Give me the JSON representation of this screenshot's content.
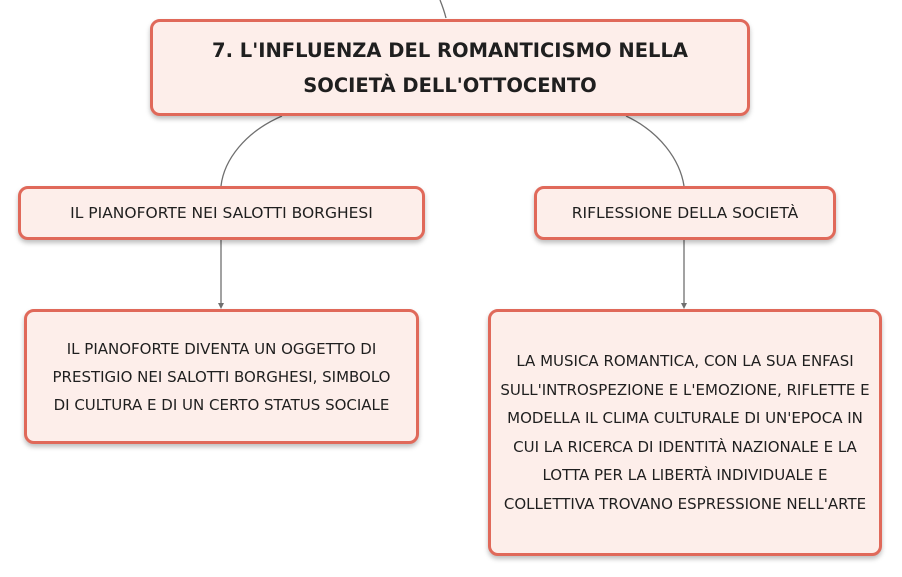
{
  "root": {
    "text": "7. L'INFLUENZA DEL ROMANTICISMO NELLA SOCIETÀ DELL'OTTOCENTO"
  },
  "branches": [
    {
      "label": "IL PIANOFORTE NEI SALOTTI BORGHESI",
      "child": "IL PIANOFORTE DIVENTA UN OGGETTO DI PRESTIGIO NEI SALOTTI BORGHESI, SIMBOLO DI CULTURA E DI UN CERTO STATUS SOCIALE"
    },
    {
      "label": "RIFLESSIONE DELLA SOCIETÀ",
      "child": "LA MUSICA ROMANTICA, CON LA SUA ENFASI SULL'INTROSPEZIONE E L'EMOZIONE, RIFLETTE E MODELLA IL CLIMA CULTURALE DI UN'EPOCA IN CUI LA RICERCA DI IDENTITÀ NAZIONALE E LA LOTTA PER LA LIBERTÀ INDIVIDUALE E COLLETTIVA TROVANO ESPRESSIONE NELL'ARTE"
    }
  ],
  "colors": {
    "node_fill": "#fdeeea",
    "node_border": "#e0695a",
    "connector": "#6f6f6f"
  }
}
